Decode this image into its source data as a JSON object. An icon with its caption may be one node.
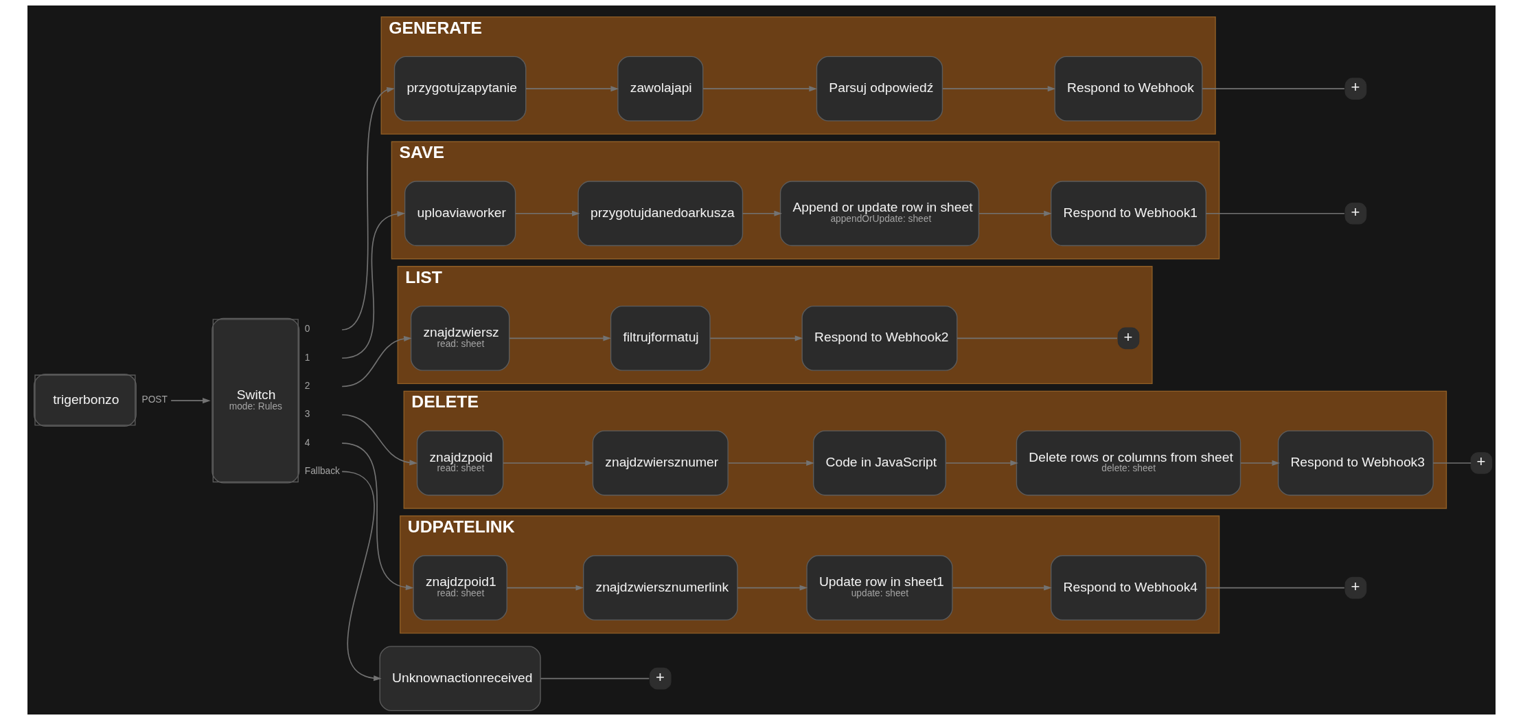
{
  "diagram": {
    "nodes": [
      {
        "text": [
          "trigerbonzo"
        ]
      },
      {
        "text": [
          "Switch",
          "mode: Rules"
        ]
      },
      {
        "text": [
          "GENERATE"
        ]
      },
      {
        "text": [
          "przygotujzapytanie"
        ],
        "in": 2
      },
      {
        "text": [
          "zawolajapi"
        ],
        "in": 2
      },
      {
        "text": [
          "Parsuj odpowiedź"
        ],
        "in": 2
      },
      {
        "text": [
          "Respond to Webhook"
        ],
        "in": 2
      },
      {
        "text": [
          "+"
        ]
      },
      {
        "text": [
          "SAVE"
        ]
      },
      {
        "text": [
          "uploaviaworker"
        ],
        "in": 8
      },
      {
        "text": [
          "przygotujdanedoarkusza"
        ],
        "in": 8
      },
      {
        "text": [
          "Append or update row in sheet",
          "appendOrUpdate: sheet"
        ],
        "in": 8
      },
      {
        "text": [
          "Respond to Webhook1"
        ],
        "in": 8
      },
      {
        "text": [
          "+"
        ]
      },
      {
        "text": [
          "LIST"
        ]
      },
      {
        "text": [
          "znajdzwiersz",
          "read: sheet"
        ],
        "in": 14
      },
      {
        "text": [
          "filtrujformatuj"
        ],
        "in": 14
      },
      {
        "text": [
          "Respond to Webhook2"
        ],
        "in": 14
      },
      {
        "text": [
          "+"
        ],
        "in": 14
      },
      {
        "text": [
          "DELETE"
        ]
      },
      {
        "text": [
          "znajdzpoid",
          "read: sheet"
        ],
        "in": 19
      },
      {
        "text": [
          "znajdzwiersznumer"
        ],
        "in": 19
      },
      {
        "text": [
          "Code in JavaScript"
        ],
        "in": 19
      },
      {
        "text": [
          "Delete rows or columns from sheet",
          "delete: sheet"
        ],
        "in": 19
      },
      {
        "text": [
          "Respond to Webhook3"
        ],
        "in": 19
      },
      {
        "text": [
          "+"
        ]
      },
      {
        "text": [
          "UDPATELINK"
        ]
      },
      {
        "text": [
          "znajdzpoid1",
          "read: sheet"
        ],
        "in": 26
      },
      {
        "text": [
          "znajdzwiersznumerlink"
        ],
        "in": 26
      },
      {
        "text": [
          "Update row in sheet1",
          "update: sheet"
        ],
        "in": 26
      },
      {
        "text": [
          "Respond to Webhook4"
        ],
        "in": 26
      },
      {
        "text": [
          "+"
        ]
      },
      {
        "text": [
          "Unknownactionreceived"
        ]
      },
      {
        "text": [
          "+"
        ]
      }
    ],
    "edges": [
      {
        "from": 0,
        "to": 1,
        "arrow": "to",
        "label": "POST"
      },
      {
        "from": 1,
        "to": 3,
        "arrow": "to",
        "label": "0"
      },
      {
        "from": 1,
        "to": 9,
        "arrow": "to",
        "label": "1"
      },
      {
        "from": 1,
        "to": 15,
        "arrow": "to",
        "label": "2"
      },
      {
        "from": 1,
        "to": 20,
        "arrow": "to",
        "label": "3"
      },
      {
        "from": 1,
        "to": 27,
        "arrow": "to",
        "label": "4"
      },
      {
        "from": 1,
        "to": 32,
        "arrow": "to",
        "label": "Fallback"
      },
      {
        "from": 3,
        "to": 4,
        "arrow": "to"
      },
      {
        "from": 4,
        "to": 5,
        "arrow": "to"
      },
      {
        "from": 5,
        "to": 6,
        "arrow": "to"
      },
      {
        "from": 6,
        "to": 7,
        "arrow": "none"
      },
      {
        "from": 9,
        "to": 10,
        "arrow": "to"
      },
      {
        "from": 10,
        "to": 11,
        "arrow": "to"
      },
      {
        "from": 11,
        "to": 12,
        "arrow": "to"
      },
      {
        "from": 12,
        "to": 13,
        "arrow": "none"
      },
      {
        "from": 15,
        "to": 16,
        "arrow": "to"
      },
      {
        "from": 16,
        "to": 17,
        "arrow": "to"
      },
      {
        "from": 17,
        "to": 18,
        "arrow": "none"
      },
      {
        "from": 20,
        "to": 21,
        "arrow": "to"
      },
      {
        "from": 21,
        "to": 22,
        "arrow": "to"
      },
      {
        "from": 22,
        "to": 23,
        "arrow": "to"
      },
      {
        "from": 23,
        "to": 24,
        "arrow": "to"
      },
      {
        "from": 24,
        "to": 25,
        "arrow": "none"
      },
      {
        "from": 27,
        "to": 28,
        "arrow": "to"
      },
      {
        "from": 28,
        "to": 29,
        "arrow": "to"
      },
      {
        "from": 29,
        "to": 30,
        "arrow": "to"
      },
      {
        "from": 30,
        "to": 31,
        "arrow": "none"
      },
      {
        "from": 32,
        "to": 33,
        "arrow": "none"
      }
    ]
  }
}
